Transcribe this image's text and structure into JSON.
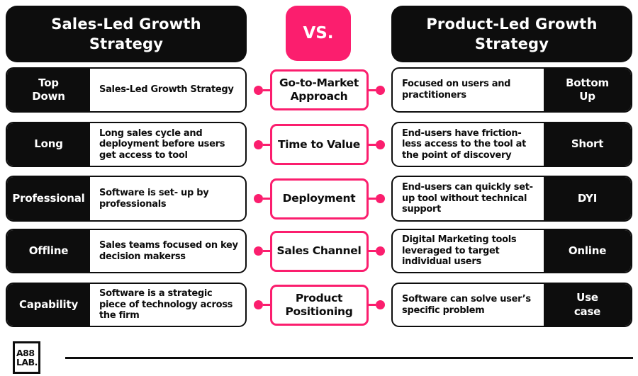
{
  "header": {
    "left_title": "Sales-Led Growth\nStrategy",
    "vs_label": "VS.",
    "right_title": "Product-Led Growth\nStrategy"
  },
  "rows": [
    {
      "dimension": "Go-to-Market Approach",
      "left": {
        "label": "Top\nDown",
        "text": "Sales-Led Growth Strategy"
      },
      "right": {
        "label": "Bottom\nUp",
        "text": "Focused on users and practitioners"
      }
    },
    {
      "dimension": "Time to Value",
      "left": {
        "label": "Long",
        "text": "Long sales cycle and deployment before users get access to tool"
      },
      "right": {
        "label": "Short",
        "text": "End-users have friction-less access to the tool at the point of discovery"
      }
    },
    {
      "dimension": "Deployment",
      "left": {
        "label": "Professional",
        "text": "Software is set- up by professionals"
      },
      "right": {
        "label": "DYI",
        "text": "End-users can quickly set-up tool without technical support"
      }
    },
    {
      "dimension": "Sales Channel",
      "left": {
        "label": "Offline",
        "text": "Sales teams focused on key decision makerss"
      },
      "right": {
        "label": "Online",
        "text": "Digital Marketing tools leveraged to target individual users"
      }
    },
    {
      "dimension": "Product Positioning",
      "left": {
        "label": "Capability",
        "text": "Software is a strategic piece of technology across the firm"
      },
      "right": {
        "label": "Use\ncase",
        "text": "Software can solve user’s specific problem"
      }
    }
  ],
  "footer": {
    "logo_line1": "A88",
    "logo_line2": "LAB."
  },
  "colors": {
    "accent_pink": "#FB1E6E",
    "ink_black": "#0D0D0D",
    "background": "#FFFFFF"
  }
}
